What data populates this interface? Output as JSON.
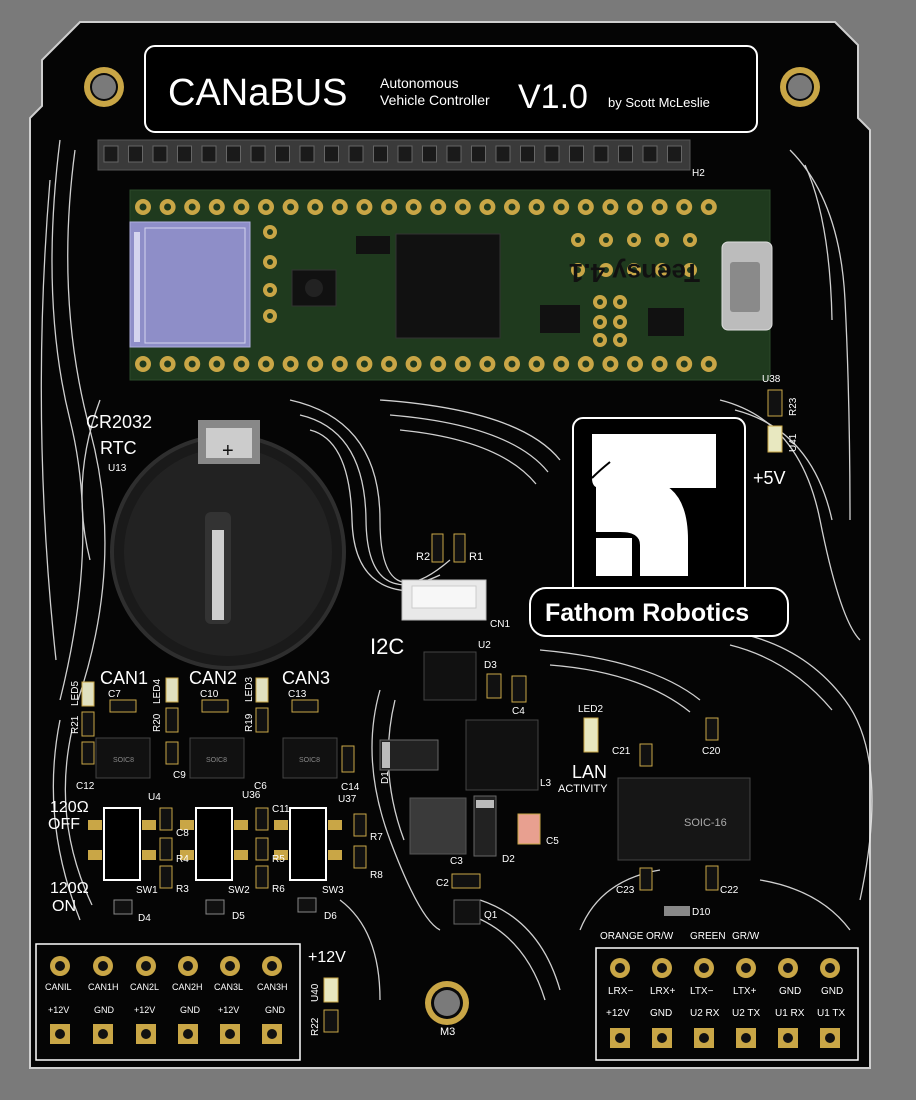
{
  "colors": {
    "background": "#7a7a7a",
    "board": "#050505",
    "trace": "#e8e8e8",
    "silk": "#ffffff",
    "gold": "#c9a646",
    "teensy": "#1f3a1e",
    "sd": "#8e8ec8"
  },
  "banner": {
    "brand": "CANaBUS",
    "subtitle_line1": "Autonomous",
    "subtitle_line2": "Vehicle Controller",
    "version": "V1.0",
    "author": "by Scott McLeslie"
  },
  "teensy": {
    "label": "Teensy 4.1",
    "h2": "H2"
  },
  "rtc": {
    "line1": "CR2032",
    "line2": "RTC",
    "designator": "U13"
  },
  "logo": {
    "name": "Fathom Robotics"
  },
  "power": {
    "plus5v": "+5V",
    "u38": "U38",
    "r23": "R23",
    "u41": "U41",
    "plus12v": "+12V",
    "u40": "U40",
    "r22": "R22"
  },
  "i2c": {
    "label": "I2C",
    "cn1": "CN1",
    "r1": "R1",
    "r2": "R2",
    "u2": "U2",
    "d3": "D3",
    "c4": "C4"
  },
  "can": [
    {
      "title": "CAN1",
      "cap_top": "C7",
      "led": "LED5",
      "res": "R21",
      "cap_bottom": "C12",
      "chip": "SOIC8"
    },
    {
      "title": "CAN2",
      "cap_top": "C10",
      "led": "LED4",
      "res": "R20",
      "cap_bottom": "C9",
      "chip": "SOIC8"
    },
    {
      "title": "CAN3",
      "cap_top": "C13",
      "led": "LED3",
      "res": "R19",
      "cap_bottom": "C14",
      "chip": "SOIC8"
    }
  ],
  "termination": {
    "off_line1": "120Ω",
    "off_line2": "OFF",
    "on_line1": "120Ω",
    "on_line2": "ON"
  },
  "switches": {
    "sw1": "SW1",
    "sw2": "SW2",
    "sw3": "SW3",
    "d4": "D4",
    "d5": "D5",
    "d6": "D6",
    "u4": "U4",
    "u36": "U36",
    "u37": "U37",
    "c6": "C6",
    "c8": "C8",
    "c11": "C11",
    "r3": "R3",
    "r4": "R4",
    "r5": "R5",
    "r6": "R6",
    "r7": "R7",
    "r8": "R8"
  },
  "regulator": {
    "d1": "D1",
    "l3": "L3",
    "c3": "C3",
    "d2": "D2",
    "c5": "C5",
    "c2": "C2",
    "q1": "Q1"
  },
  "lan": {
    "label": "LAN",
    "activity": "ACTIVITY",
    "led": "LED2",
    "c21": "C21",
    "c20": "C20",
    "c23": "C23",
    "c22": "C22",
    "chip": "SOIC-16",
    "d10": "D10"
  },
  "left_header": {
    "top": [
      "CANIL",
      "CAN1H",
      "CAN2L",
      "CAN2H",
      "CAN3L",
      "CAN3H"
    ],
    "bottom": [
      "+12V",
      "GND",
      "+12V",
      "GND",
      "+12V",
      "GND"
    ]
  },
  "right_header": {
    "colors": [
      "ORANGE",
      "OR/W",
      "GREEN",
      "GR/W"
    ],
    "top": [
      "LRX−",
      "LRX+",
      "LTX−",
      "LTX+",
      "GND",
      "GND"
    ],
    "bottom": [
      "+12V",
      "GND",
      "U2 RX",
      "U2 TX",
      "U1 RX",
      "U1 TX"
    ]
  },
  "m3": "M3"
}
